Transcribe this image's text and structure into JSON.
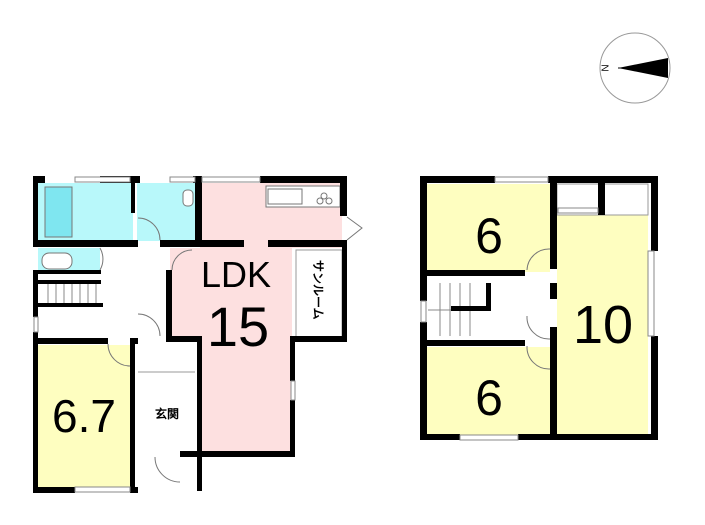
{
  "compass": {
    "label": "N"
  },
  "floor1": {
    "ldk_label": "LDK",
    "ldk_size": "15",
    "bedroom_size": "6.7",
    "entrance_label": "玄関",
    "sunroom_label": "サンルーム"
  },
  "floor2": {
    "room_north_size": "6",
    "room_south_size": "6",
    "room_large_size": "10"
  },
  "colors": {
    "wet_area": "#b8f8fa",
    "ldk": "#fde0e0",
    "room": "#fefec0",
    "wall": "#000000"
  }
}
